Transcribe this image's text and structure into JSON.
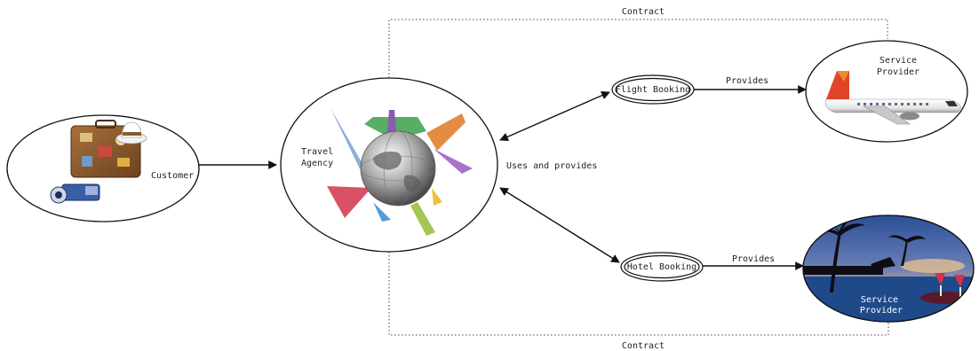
{
  "nodes": {
    "customer": {
      "label": "Customer"
    },
    "travel_agency": {
      "label_line1": "Travel",
      "label_line2": "Agency"
    },
    "flight_booking": {
      "label": "Flight Booking"
    },
    "hotel_booking": {
      "label": "Hotel Booking"
    },
    "service_provider_flight": {
      "label_line1": "Service",
      "label_line2": "Provider"
    },
    "service_provider_hotel": {
      "label_line1": "Service",
      "label_line2": "Provider"
    }
  },
  "edges": {
    "uses_and_provides": "Uses and provides",
    "provides_flight": "Provides",
    "provides_hotel": "Provides",
    "contract_top": "Contract",
    "contract_bottom": "Contract"
  },
  "icons": {
    "customer": [
      "suitcase-icon",
      "hat-icon",
      "camcorder-icon"
    ],
    "travel_agency": "globe-landmarks-icon",
    "flight_provider": "airplane-icon",
    "hotel_provider": "resort-beach-icon"
  },
  "colors": {
    "line": "#111111",
    "sky": "#3b5fa8",
    "water": "#1f3f7a",
    "sunset": "#f0b070",
    "plane_tail": "#e0452a"
  }
}
